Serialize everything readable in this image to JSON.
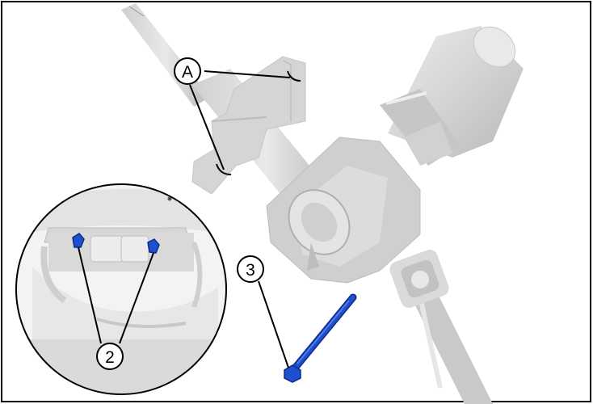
{
  "callouts": {
    "a": "A",
    "two": "2",
    "three": "3"
  },
  "colors": {
    "part_gray": "#d7d7d7",
    "part_shadow": "#bdbdbd",
    "part_dark": "#9e9e9e",
    "bolt_blue": "#1f4fd0",
    "bolt_blue_dark": "#0c2b86",
    "outline": "#000000"
  },
  "icons": {
    "assembly": "steering-column-illustration",
    "inset": "magnified-bracket-detail",
    "fastener": "hex-bolt"
  }
}
